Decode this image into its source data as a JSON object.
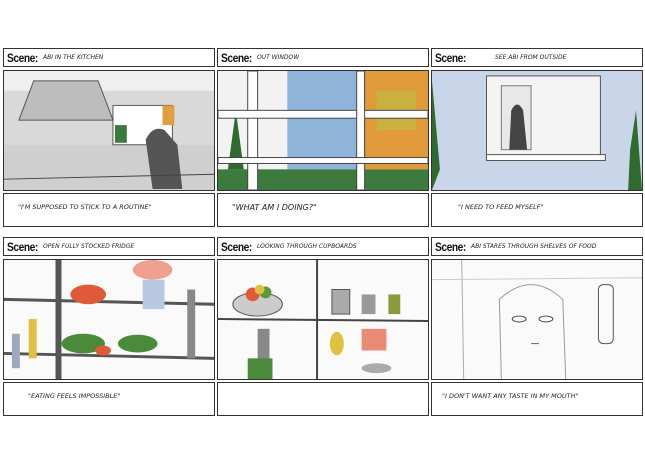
{
  "scene_label": "Scene:",
  "panels": [
    {
      "scene": "Abi in the kitchen",
      "caption": "\"I'm supposed to stick to a routine\""
    },
    {
      "scene": "Out window",
      "caption": "\"What am I doing?\""
    },
    {
      "scene": "See Abi from outside",
      "caption": "\"I need to feed myself\""
    },
    {
      "scene": "Open fully stocked fridge",
      "caption": "\"Eating feels impossible\""
    },
    {
      "scene": "Looking through cupboards",
      "caption": ""
    },
    {
      "scene": "Abi stares through shelves of food",
      "caption": "\"I don't want any taste in my mouth\""
    }
  ]
}
